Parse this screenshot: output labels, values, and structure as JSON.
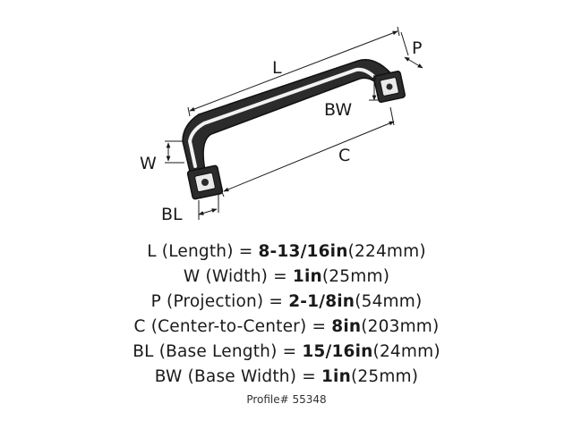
{
  "diagram": {
    "labels": {
      "L": "L",
      "P": "P",
      "BW": "BW",
      "W": "W",
      "C": "C",
      "BL": "BL"
    }
  },
  "specs": [
    {
      "name": "L (Length) = ",
      "value": "8-13/16in",
      "metric": "(224mm)"
    },
    {
      "name": "W (Width) = ",
      "value": "1in",
      "metric": "(25mm)"
    },
    {
      "name": "P (Projection) = ",
      "value": "2-1/8in",
      "metric": "(54mm)"
    },
    {
      "name": "C (Center-to-Center) = ",
      "value": "8in",
      "metric": "(203mm)"
    },
    {
      "name": "BL (Base Length) = ",
      "value": "15/16in",
      "metric": "(24mm)"
    },
    {
      "name": "BW (Base Width) = ",
      "value": "1in",
      "metric": "(25mm)"
    }
  ],
  "profile": "Profile# 55348",
  "colors": {
    "ink": "#1a1a1a",
    "handle_dark": "#2b2b2b",
    "handle_light": "#f2f2f2"
  }
}
